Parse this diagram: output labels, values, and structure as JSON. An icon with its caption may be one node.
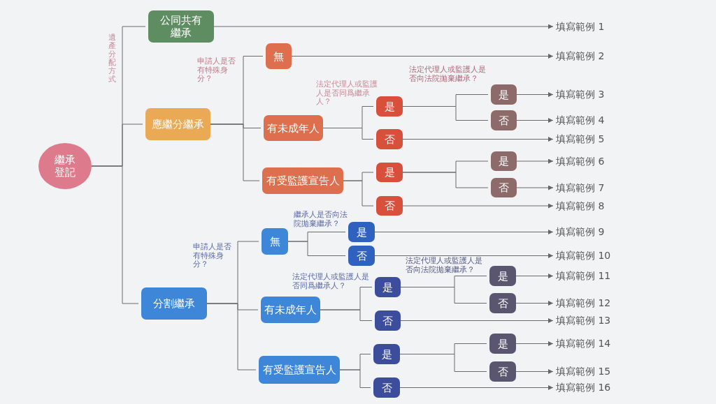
{
  "diagram": {
    "nodes": [
      {
        "text": [
          "繼承登記"
        ]
      },
      {
        "text": [
          "公同共有繼承"
        ]
      },
      {
        "text": [
          "應繼分繼承"
        ]
      },
      {
        "text": [
          "分割繼承"
        ]
      },
      {
        "text": [
          "無"
        ]
      },
      {
        "text": [
          "有未成年人"
        ]
      },
      {
        "text": [
          "有受監護宣告人"
        ]
      },
      {
        "text": [
          "是"
        ]
      },
      {
        "text": [
          "否"
        ]
      },
      {
        "text": [
          "是"
        ]
      },
      {
        "text": [
          "否"
        ]
      },
      {
        "text": [
          "是"
        ]
      },
      {
        "text": [
          "否"
        ]
      },
      {
        "text": [
          "是"
        ]
      },
      {
        "text": [
          "否"
        ]
      },
      {
        "text": [
          "無"
        ]
      },
      {
        "text": [
          "有未成年人"
        ]
      },
      {
        "text": [
          "有受監護宣告人"
        ]
      },
      {
        "text": [
          "是"
        ]
      },
      {
        "text": [
          "否"
        ]
      },
      {
        "text": [
          "是"
        ]
      },
      {
        "text": [
          "否"
        ]
      },
      {
        "text": [
          "是"
        ]
      },
      {
        "text": [
          "否"
        ]
      },
      {
        "text": [
          "是"
        ]
      },
      {
        "text": [
          "否"
        ]
      },
      {
        "text": [
          "是"
        ]
      },
      {
        "text": [
          "否"
        ]
      },
      {
        "text": [
          "填寫範例 1"
        ]
      },
      {
        "text": [
          "填寫範例 2"
        ]
      },
      {
        "text": [
          "填寫範例 3"
        ]
      },
      {
        "text": [
          "填寫範例 4"
        ]
      },
      {
        "text": [
          "填寫範例 5"
        ]
      },
      {
        "text": [
          "填寫範例 6"
        ]
      },
      {
        "text": [
          "填寫範例 7"
        ]
      },
      {
        "text": [
          "填寫範例 8"
        ]
      },
      {
        "text": [
          "填寫範例 9"
        ]
      },
      {
        "text": [
          "填寫範例 10"
        ]
      },
      {
        "text": [
          "填寫範例 11"
        ]
      },
      {
        "text": [
          "填寫範例 12"
        ]
      },
      {
        "text": [
          "填寫範例 13"
        ]
      },
      {
        "text": [
          "填寫範例 14"
        ]
      },
      {
        "text": [
          "填寫範例 15"
        ]
      },
      {
        "text": [
          "填寫範例 16"
        ]
      }
    ],
    "edges": [
      {
        "from": 0,
        "to": 1,
        "arrow": "none"
      },
      {
        "from": 0,
        "to": 2,
        "arrow": "none"
      },
      {
        "from": 0,
        "to": 3,
        "arrow": "none"
      },
      {
        "from": 2,
        "to": 4,
        "arrow": "none"
      },
      {
        "from": 2,
        "to": 5,
        "arrow": "none"
      },
      {
        "from": 2,
        "to": 6,
        "arrow": "none"
      },
      {
        "from": 5,
        "to": 7,
        "arrow": "none"
      },
      {
        "from": 5,
        "to": 8,
        "arrow": "none"
      },
      {
        "from": 7,
        "to": 9,
        "arrow": "none"
      },
      {
        "from": 7,
        "to": 10,
        "arrow": "none"
      },
      {
        "from": 6,
        "to": 11,
        "arrow": "none"
      },
      {
        "from": 6,
        "to": 12,
        "arrow": "none"
      },
      {
        "from": 11,
        "to": 13,
        "arrow": "none"
      },
      {
        "from": 11,
        "to": 14,
        "arrow": "none"
      },
      {
        "from": 3,
        "to": 15,
        "arrow": "none"
      },
      {
        "from": 3,
        "to": 16,
        "arrow": "none"
      },
      {
        "from": 3,
        "to": 17,
        "arrow": "none"
      },
      {
        "from": 15,
        "to": 18,
        "arrow": "none"
      },
      {
        "from": 15,
        "to": 19,
        "arrow": "none"
      },
      {
        "from": 16,
        "to": 20,
        "arrow": "none"
      },
      {
        "from": 16,
        "to": 21,
        "arrow": "none"
      },
      {
        "from": 20,
        "to": 22,
        "arrow": "none"
      },
      {
        "from": 20,
        "to": 23,
        "arrow": "none"
      },
      {
        "from": 17,
        "to": 24,
        "arrow": "none"
      },
      {
        "from": 17,
        "to": 25,
        "arrow": "none"
      },
      {
        "from": 24,
        "to": 26,
        "arrow": "none"
      },
      {
        "from": 24,
        "to": 27,
        "arrow": "none"
      },
      {
        "from": 1,
        "to": 28,
        "arrow": "to"
      },
      {
        "from": 4,
        "to": 29,
        "arrow": "to"
      },
      {
        "from": 9,
        "to": 30,
        "arrow": "to"
      },
      {
        "from": 10,
        "to": 31,
        "arrow": "to"
      },
      {
        "from": 8,
        "to": 32,
        "arrow": "to"
      },
      {
        "from": 13,
        "to": 33,
        "arrow": "to"
      },
      {
        "from": 14,
        "to": 34,
        "arrow": "to"
      },
      {
        "from": 12,
        "to": 35,
        "arrow": "to"
      },
      {
        "from": 18,
        "to": 36,
        "arrow": "to"
      },
      {
        "from": 19,
        "to": 37,
        "arrow": "to"
      },
      {
        "from": 22,
        "to": 38,
        "arrow": "to"
      },
      {
        "from": 23,
        "to": 39,
        "arrow": "to"
      },
      {
        "from": 21,
        "to": 40,
        "arrow": "to"
      },
      {
        "from": 26,
        "to": 41,
        "arrow": "to"
      },
      {
        "from": 27,
        "to": 42,
        "arrow": "to"
      },
      {
        "from": 25,
        "to": 43,
        "arrow": "to"
      }
    ],
    "labels": [
      "遺產分配方式",
      "申請人是否有特殊身分？",
      "法定代理人或監護人是否向法院拋棄繼承？",
      "法定代理人或監護人是否同爲繼承人？",
      "繼承人是否向法院拋棄繼承？",
      "申請人是否有特殊身分？",
      "法定代理人或監護人是否向法院拋棄繼承？",
      "法定代理人或監護人是否同爲繼承人？"
    ]
  }
}
